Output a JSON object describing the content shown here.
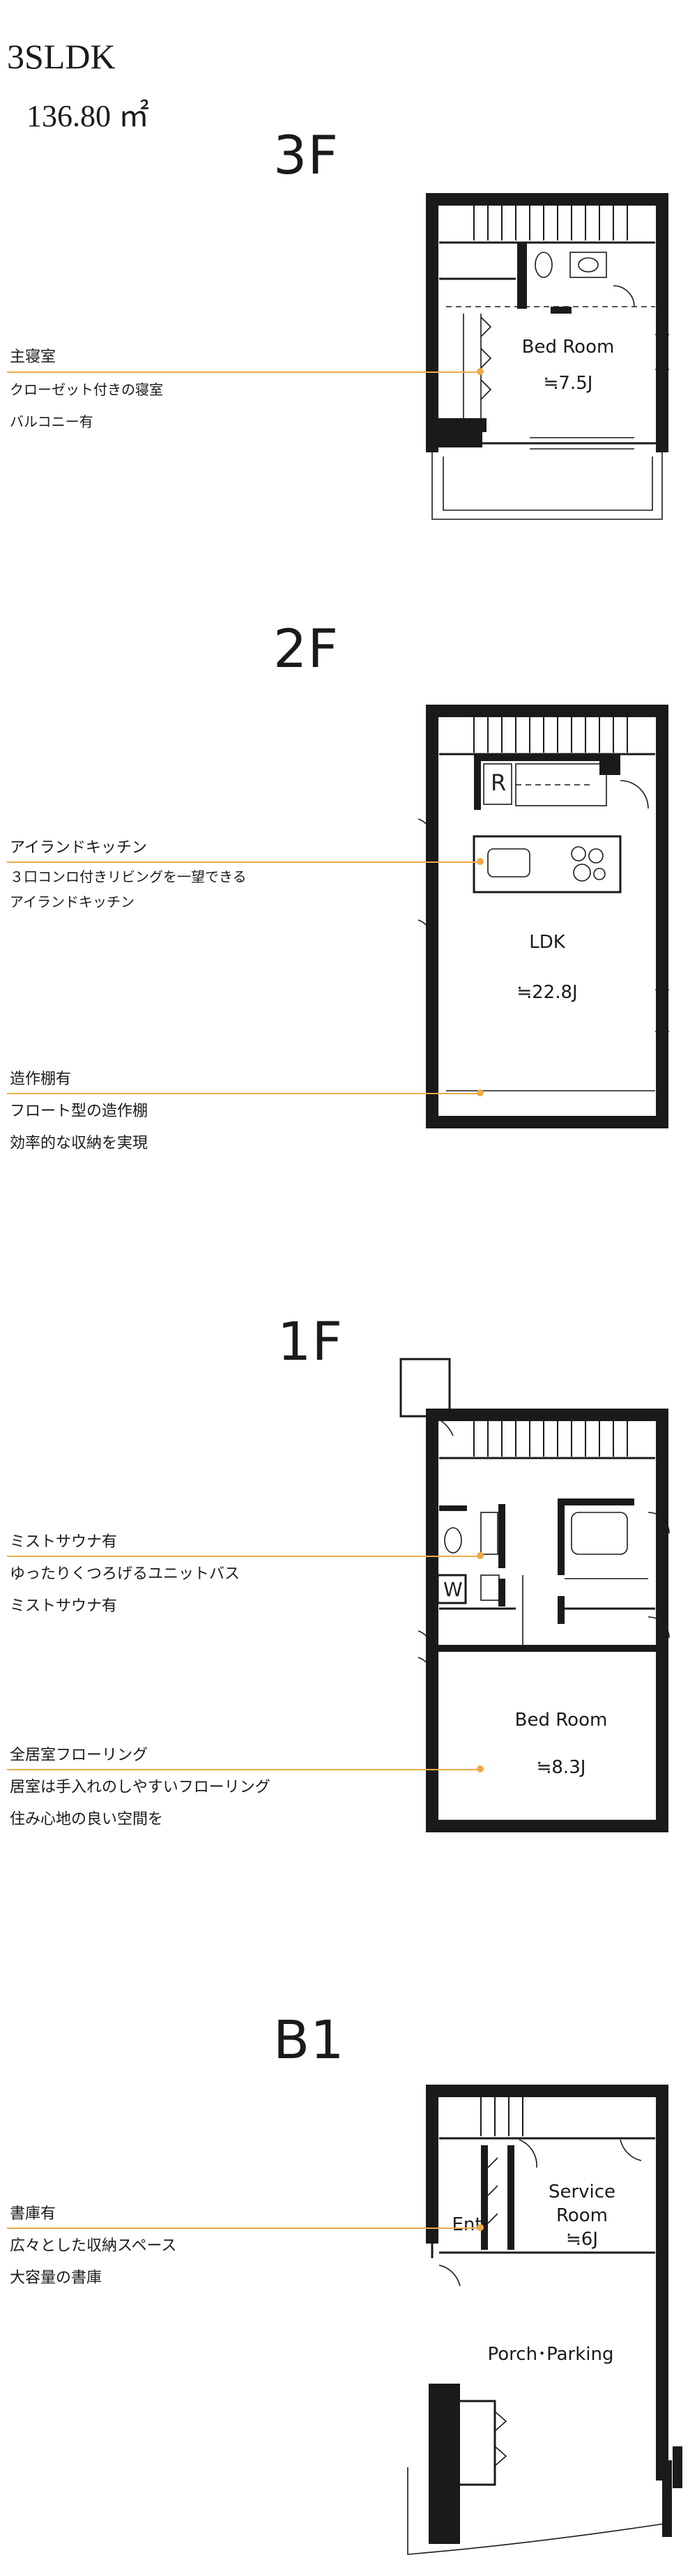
{
  "header": {
    "layout": "3SLDK",
    "area": "136.80 ㎡"
  },
  "floors": {
    "f3": {
      "title": "3F",
      "rooms": [
        {
          "name": "Bed Room",
          "size": "≒7.5J"
        }
      ],
      "notes": [
        {
          "head": "主寝室",
          "lines": [
            "クローゼット付きの寝室",
            "バルコニー有"
          ]
        }
      ]
    },
    "f2": {
      "title": "2F",
      "rooms": [
        {
          "name": "LDK",
          "size": "≒22.8J"
        }
      ],
      "fridge": "R",
      "notes": [
        {
          "head": "アイランドキッチン",
          "lines": [
            "３口コンロ付きリビングを一望できる",
            "アイランドキッチン"
          ]
        },
        {
          "head": "造作棚有",
          "lines": [
            "フロート型の造作棚",
            "効率的な収納を実現"
          ]
        }
      ]
    },
    "f1": {
      "title": "1F",
      "rooms": [
        {
          "name": "Bed Room",
          "size": "≒8.3J"
        }
      ],
      "washer": "W",
      "notes": [
        {
          "head": "ミストサウナ有",
          "lines": [
            "ゆったりくつろげるユニットバス",
            "ミストサウナ有"
          ]
        },
        {
          "head": "全居室フローリング",
          "lines": [
            "居室は手入れのしやすいフローリング",
            "住み心地の良い空間を"
          ]
        }
      ]
    },
    "b1": {
      "title": "B1",
      "rooms": [
        {
          "name": "Service",
          "name2": "Room",
          "size": "≒6J"
        },
        {
          "name": "Ent"
        },
        {
          "name": "Porch･Parking"
        }
      ],
      "notes": [
        {
          "head": "書庫有",
          "lines": [
            "広々とした収納スペース",
            "大容量の書庫"
          ]
        }
      ]
    }
  },
  "colors": {
    "accent": "#f0a94a",
    "ink": "#1a1a1a"
  }
}
